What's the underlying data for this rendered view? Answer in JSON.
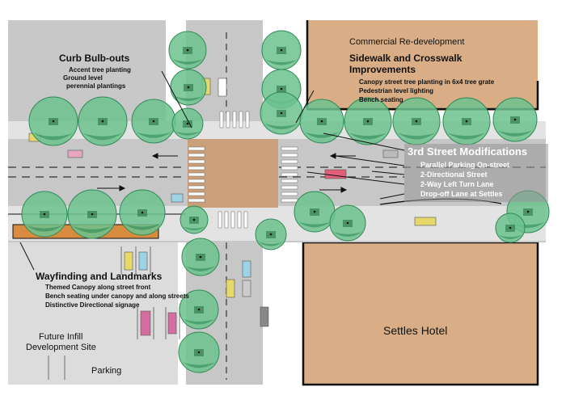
{
  "labels": {
    "commercial": "Commercial Re-development",
    "curb_title": "Curb Bulb-outs",
    "curb_items": [
      "Accent tree planting",
      "Ground level",
      "perennial plantings"
    ],
    "sidewalk_title_1": "Sidewalk and Crosswalk",
    "sidewalk_title_2": "Improvements",
    "sidewalk_items": [
      "Canopy street tree planting in 6x4 tree grate",
      "Pedestrian level lighting",
      "Bench seating"
    ],
    "third_title": "3rd Street Modifications",
    "third_items": [
      "Parallel Parking On-street",
      "2-Directional Street",
      "2-Way Left Turn Lane",
      "Drop-off Lane at Settles"
    ],
    "wayfinding_title": "Wayfinding and Landmarks",
    "wayfinding_items": [
      "Themed Canopy along street front",
      "Bench seating under canopy and along streets",
      "Distinctive Directional signage"
    ],
    "future_1": "Future Infill",
    "future_2": "Development Site",
    "parking": "Parking",
    "settles": "Settles Hotel"
  },
  "colors": {
    "background": "#ffffff",
    "block_fill": "#d9ae86",
    "lot_fill": "#dcdcdc",
    "street_fill": "#c7c7c7",
    "sidewalk_fill": "#e9e9e9",
    "intersection_fill": "#c9a07a",
    "tree_canopy": "#6cc28e",
    "tree_shade": "#2f8a57",
    "grate_fill": "#1f6b3b",
    "canopy_orange": "#d98c3f",
    "panel_gray": "#969696"
  }
}
